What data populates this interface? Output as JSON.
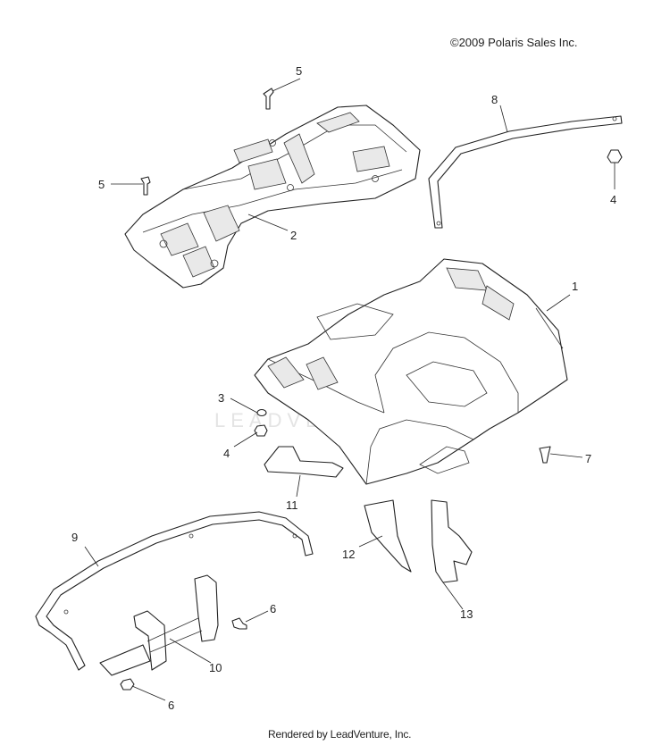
{
  "header": {
    "copyright": "©2009 Polaris Sales Inc."
  },
  "footer": {
    "text": "Rendered by LeadVenture, Inc."
  },
  "watermark": {
    "text": "LEADVENTURE"
  },
  "callouts": [
    {
      "id": "c1",
      "label": "1"
    },
    {
      "id": "c2",
      "label": "2"
    },
    {
      "id": "c3",
      "label": "3"
    },
    {
      "id": "c4a",
      "label": "4"
    },
    {
      "id": "c4b",
      "label": "4"
    },
    {
      "id": "c5a",
      "label": "5"
    },
    {
      "id": "c5b",
      "label": "5"
    },
    {
      "id": "c6a",
      "label": "6"
    },
    {
      "id": "c6b",
      "label": "6"
    },
    {
      "id": "c7",
      "label": "7"
    },
    {
      "id": "c8",
      "label": "8"
    },
    {
      "id": "c9",
      "label": "9"
    },
    {
      "id": "c10",
      "label": "10"
    },
    {
      "id": "c11",
      "label": "11"
    },
    {
      "id": "c12",
      "label": "12"
    },
    {
      "id": "c13",
      "label": "13"
    }
  ]
}
